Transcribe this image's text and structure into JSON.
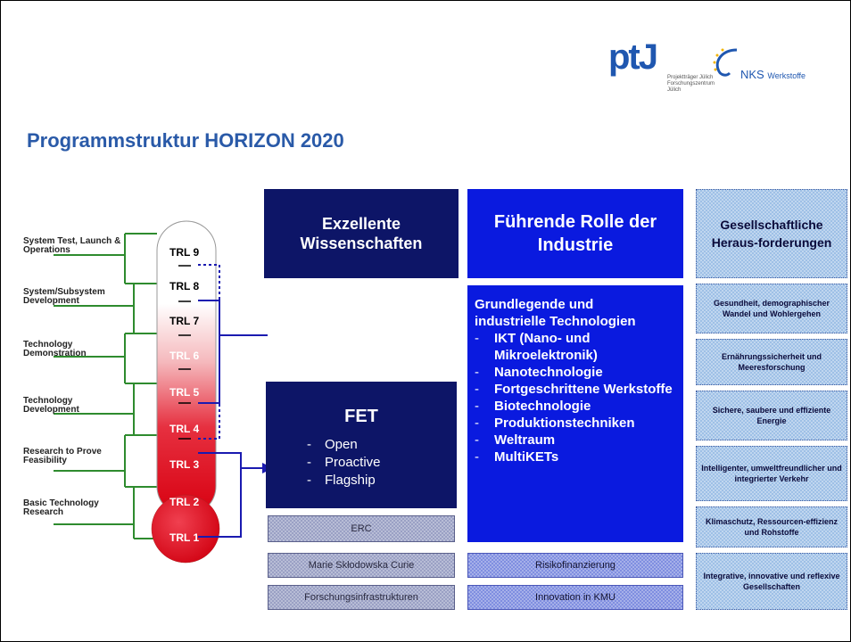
{
  "title": "Programmstruktur HORIZON 2020",
  "logos": {
    "ptj": "ptJ",
    "ptj_sub": "Projektträger Jülich Forschungszentrum Jülich",
    "nks": "NKS",
    "nks_sub": "Werkstoffe"
  },
  "phases": [
    "System Test, Launch & Operations",
    "System/Subsystem Development",
    "Technology Demonstration",
    "Technology Development",
    "Research to Prove Feasibility",
    "Basic Technology Research"
  ],
  "trl": [
    "TRL 9",
    "TRL 8",
    "TRL 7",
    "TRL 6",
    "TRL 5",
    "TRL 4",
    "TRL 3",
    "TRL 2",
    "TRL 1"
  ],
  "pillars": {
    "excellence": "Exzellente Wissenschaften",
    "industry": "Führende Rolle der Industrie",
    "society": "Gesellschaftliche Heraus-forderungen"
  },
  "fet": {
    "title": "FET",
    "items": [
      "Open",
      "Proactive",
      "Flagship"
    ]
  },
  "industry_main": {
    "heading": "Grundlegende und industrielle Technologien",
    "items": [
      "IKT (Nano- und Mikroelektronik)",
      "Nanotechnologie",
      "Fortgeschrittene Werkstoffe",
      "Biotechnologie",
      "Produktionstechniken",
      "Weltraum",
      "MultiKETs"
    ]
  },
  "excellence_sub": [
    "ERC",
    "Marie Skłodowska Curie",
    "Forschungsinfrastrukturen"
  ],
  "industry_sub": [
    "Risikofinanzierung",
    "Innovation in KMU"
  ],
  "society_sub": [
    "Gesundheit, demographischer Wandel und Wohlergehen",
    "Ernährungssicherheit und Meeresforschung",
    "Sichere, saubere und effiziente Energie",
    "Intelligenter, umweltfreundlicher und integrierter Verkehr",
    "Klimaschutz, Ressourcen-effizienz und Rohstoffe",
    "Integrative, innovative und reflexive Gesellschaften"
  ],
  "colors": {
    "title": "#2a5aa8",
    "navy": "#0d1567",
    "blue": "#0a1adf",
    "green_lines": "#2e8b2e",
    "thermo_red": "#e01020"
  }
}
